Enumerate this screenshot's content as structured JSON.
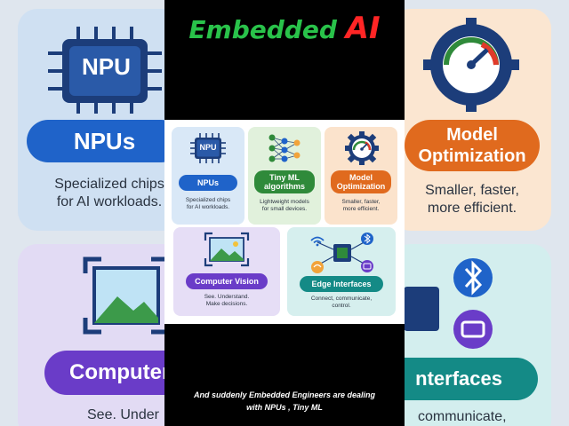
{
  "header": {
    "title_part1": "Embedded",
    "title_part2": "AI"
  },
  "cards": {
    "npu": {
      "chip_label": "NPU",
      "title": "NPUs",
      "desc_line1": "Specialized chips",
      "desc_line2": "for AI workloads."
    },
    "tinyml": {
      "title_line1": "Tiny ML",
      "title_line2": "algorithms",
      "desc_line1": "Lightweight models",
      "desc_line2": "for small devices."
    },
    "optimization": {
      "title_line1": "Model",
      "title_line2": "Optimization",
      "desc_line1": "Smaller, faster,",
      "desc_line2": "more efficient."
    },
    "vision": {
      "title": "Computer Vision",
      "desc_line1": "See. Understand.",
      "desc_line2": "Make decisions."
    },
    "edge": {
      "title": "Edge Interfaces",
      "desc_line1": "Connect, communicate,",
      "desc_line2": "control."
    }
  },
  "background": {
    "npu_chip": "NPU",
    "npu_title": "NPUs",
    "npu_desc_line1": "Specialized chips",
    "npu_desc_line2": "for AI workloads.",
    "vision_title": "Computer",
    "vision_desc": "See. Under",
    "opt_title_line1": "Model",
    "opt_title_line2": "Optimization",
    "opt_desc_line1": "Smaller, faster,",
    "opt_desc_line2": "more efficient.",
    "edge_title": "nterfaces",
    "edge_desc": "communicate,"
  },
  "caption": {
    "line1": "And suddenly Embedded Engineers are dealing",
    "line2": "with NPUs , Tiny ML"
  },
  "colors": {
    "npu_pill": "#1f63c9",
    "tinyml_pill": "#2f8a3a",
    "optimization_pill": "#e06a1e",
    "vision_pill": "#6a3cc8",
    "edge_pill": "#148a86"
  }
}
